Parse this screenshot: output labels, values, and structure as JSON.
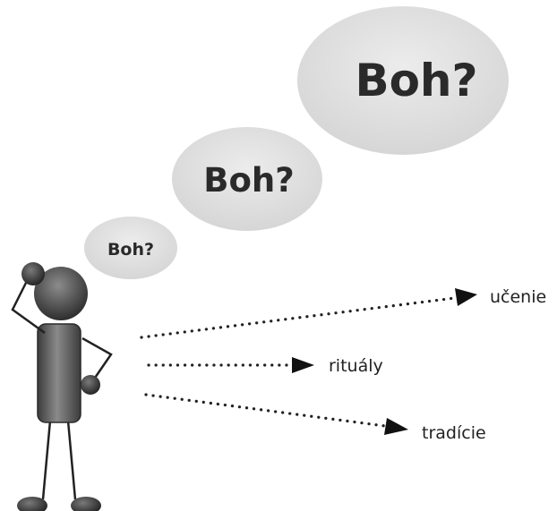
{
  "thought_bubbles": [
    {
      "text": "Boh?"
    },
    {
      "text": "Boh?"
    },
    {
      "text": "Boh?"
    }
  ],
  "arrows": [
    {
      "label": "učenie"
    },
    {
      "label": "rituály"
    },
    {
      "label": "tradície"
    }
  ],
  "colors": {
    "bubble": "#e3e3e3",
    "figure_dark": "#3a3a3a",
    "figure_mid": "#7a7a7a",
    "text": "#222222"
  }
}
